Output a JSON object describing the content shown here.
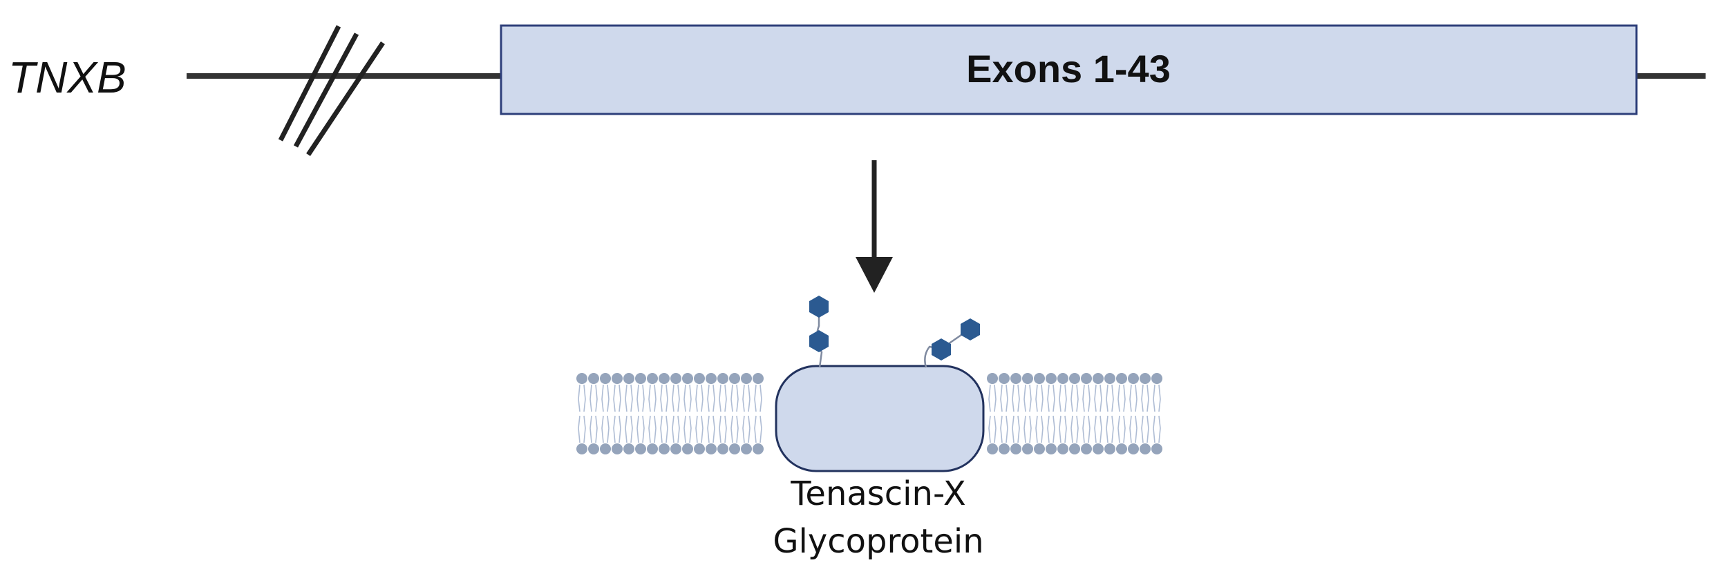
{
  "gene": {
    "name": "TNXB",
    "exon_label": "Exons 1-43"
  },
  "protein": {
    "line1": "Tenascin-X",
    "line2": "Glycoprotein"
  },
  "colors": {
    "line": "#333333",
    "exon_fill": "#cfd9ec",
    "exon_stroke": "#2e3f7a",
    "protein_fill": "#cfd9ec",
    "protein_stroke": "#22325e",
    "lipid_head": "#95a4bb",
    "lipid_tail": "#aebcd4",
    "glycan": "#2b5a91"
  }
}
